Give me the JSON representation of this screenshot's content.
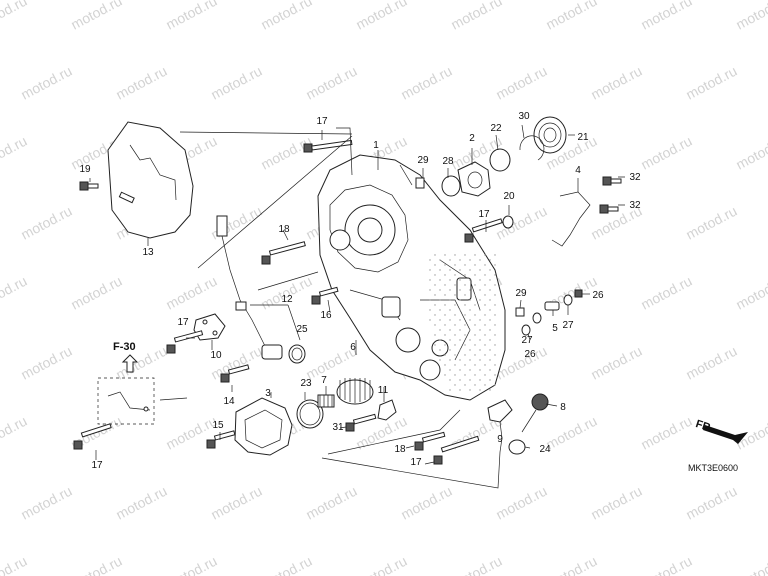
{
  "diagram": {
    "code": "MKT3E0600",
    "ref_label": "F-30",
    "direction_label": "FR.",
    "watermark": "motod.ru",
    "callouts": [
      {
        "n": "1"
      },
      {
        "n": "2"
      },
      {
        "n": "3"
      },
      {
        "n": "4"
      },
      {
        "n": "5"
      },
      {
        "n": "6"
      },
      {
        "n": "7"
      },
      {
        "n": "8"
      },
      {
        "n": "9"
      },
      {
        "n": "10"
      },
      {
        "n": "11"
      },
      {
        "n": "12"
      },
      {
        "n": "13"
      },
      {
        "n": "14"
      },
      {
        "n": "15"
      },
      {
        "n": "16"
      },
      {
        "n": "17"
      },
      {
        "n": "17"
      },
      {
        "n": "17"
      },
      {
        "n": "17"
      },
      {
        "n": "17"
      },
      {
        "n": "18"
      },
      {
        "n": "18"
      },
      {
        "n": "19"
      },
      {
        "n": "20"
      },
      {
        "n": "21"
      },
      {
        "n": "22"
      },
      {
        "n": "23"
      },
      {
        "n": "24"
      },
      {
        "n": "25"
      },
      {
        "n": "26"
      },
      {
        "n": "26"
      },
      {
        "n": "27"
      },
      {
        "n": "27"
      },
      {
        "n": "28"
      },
      {
        "n": "29"
      },
      {
        "n": "29"
      },
      {
        "n": "30"
      },
      {
        "n": "31"
      },
      {
        "n": "32"
      },
      {
        "n": "32"
      }
    ]
  }
}
